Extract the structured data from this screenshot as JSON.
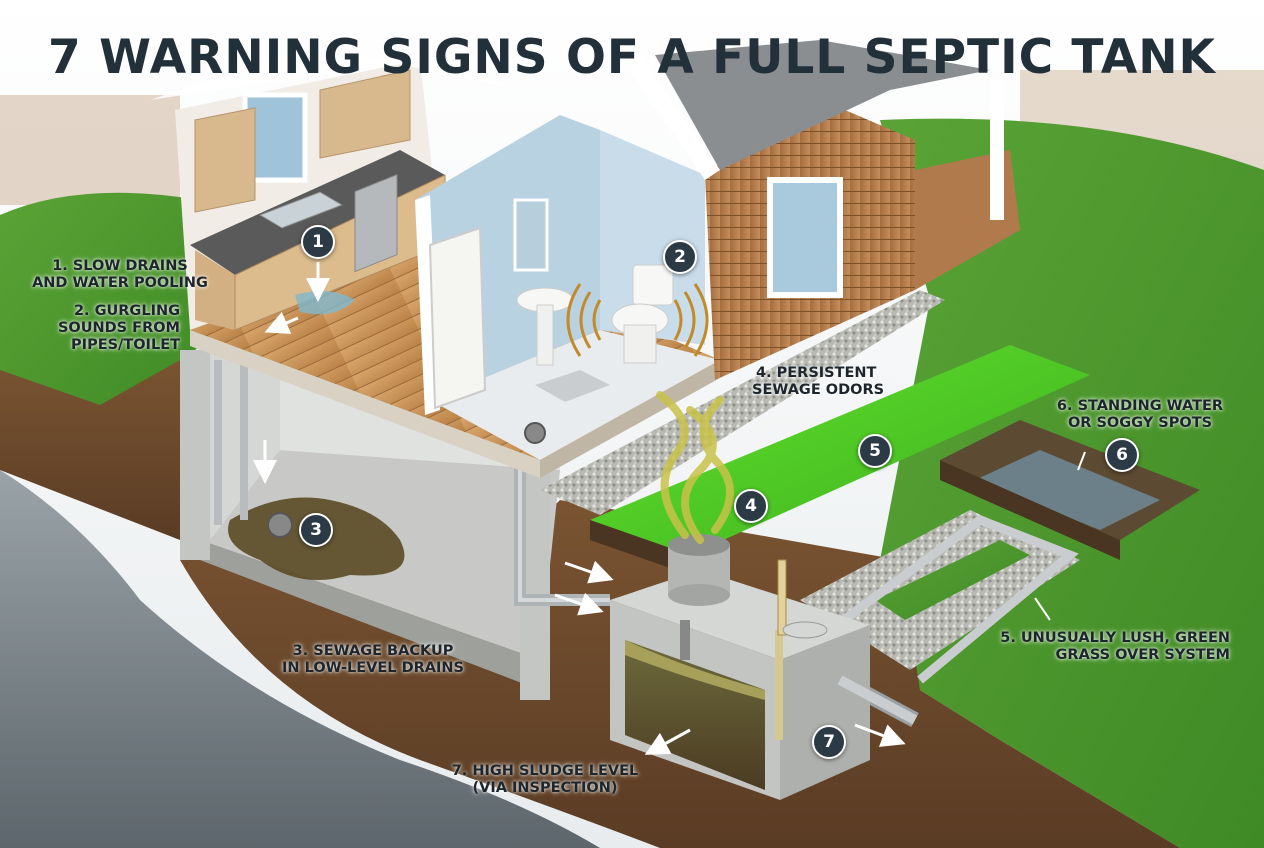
{
  "title": "7 WARNING SIGNS OF A FULL SEPTIC TANK",
  "colors": {
    "title": "#22303a",
    "badge": "#2c3a45",
    "grass": "#4f9a2e",
    "lush_grass": "#4fcf2a",
    "soil": "#6b4a2e",
    "wall_blue": "#b9d2e2",
    "siding": "#b07a4c",
    "concrete": "#c9cbc8",
    "sewage": "#6b5a2a",
    "odor": "#c9c24a"
  },
  "labels": {
    "sign1": {
      "line1": "1. SLOW DRAINS",
      "line2": "AND WATER POOLING"
    },
    "sign2": {
      "line1": "2. GURGLING",
      "line2": "SOUNDS FROM",
      "line3": "PIPES/TOILET"
    },
    "sign3": {
      "line1": "3. SEWAGE BACKUP",
      "line2": "IN LOW-LEVEL DRAINS"
    },
    "sign4": {
      "line1": "4. PERSISTENT",
      "line2": "SEWAGE ODORS"
    },
    "sign5": {
      "line1": "5. UNUSUALLY LUSH, GREEN",
      "line2": "GRASS OVER SYSTEM"
    },
    "sign6": {
      "line1": "6. STANDING WATER",
      "line2": "OR SOGGY SPOTS"
    },
    "sign7": {
      "line1": "7. HIGH SLUDGE LEVEL",
      "line2": "(VIA INSPECTION)"
    }
  },
  "badges": {
    "b1": "1",
    "b2": "2",
    "b3": "3",
    "b4": "4",
    "b5": "5",
    "b6": "6",
    "b7": "7"
  },
  "icons": {
    "gurgle": "sound-wave-icon",
    "odor": "odor-fumes-icon",
    "arrow": "arrow-icon"
  }
}
